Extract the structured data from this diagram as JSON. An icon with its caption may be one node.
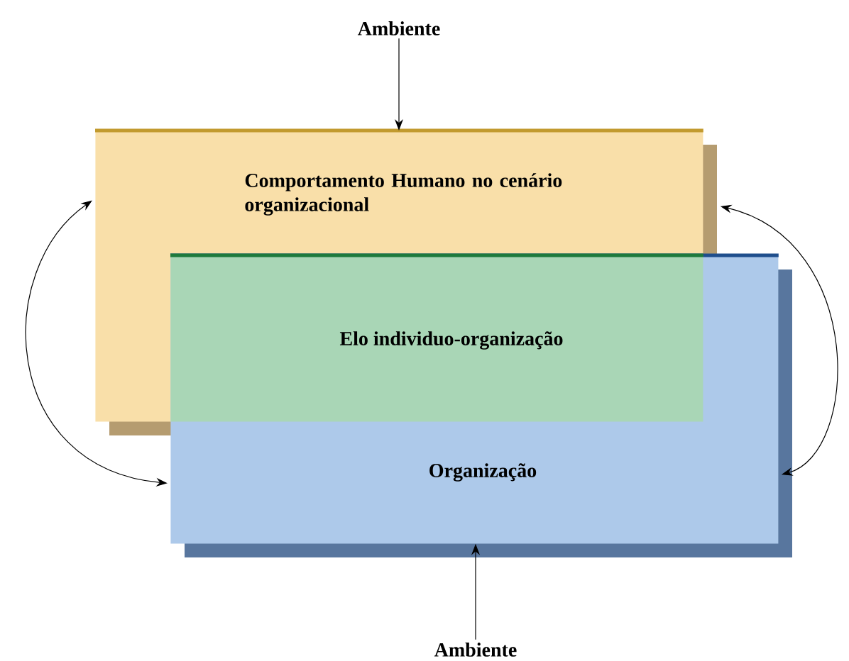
{
  "diagram": {
    "nodes": [
      {
        "text": [
          "Comportamento Humano no cenário organizacional"
        ]
      },
      {
        "text": [
          "Organização"
        ]
      },
      {
        "text": [
          "Elo individuo-organização"
        ]
      },
      {
        "text": [
          "Ambiente"
        ]
      },
      {
        "text": [
          "Ambiente"
        ]
      }
    ],
    "edges": [
      {
        "from": 3,
        "to": 0,
        "arrow": "to"
      },
      {
        "from": 4,
        "to": 1,
        "arrow": "to"
      },
      {
        "from": 0,
        "to": 1,
        "arrow": "both"
      },
      {
        "from": 0,
        "to": 1,
        "arrow": "both"
      }
    ]
  }
}
